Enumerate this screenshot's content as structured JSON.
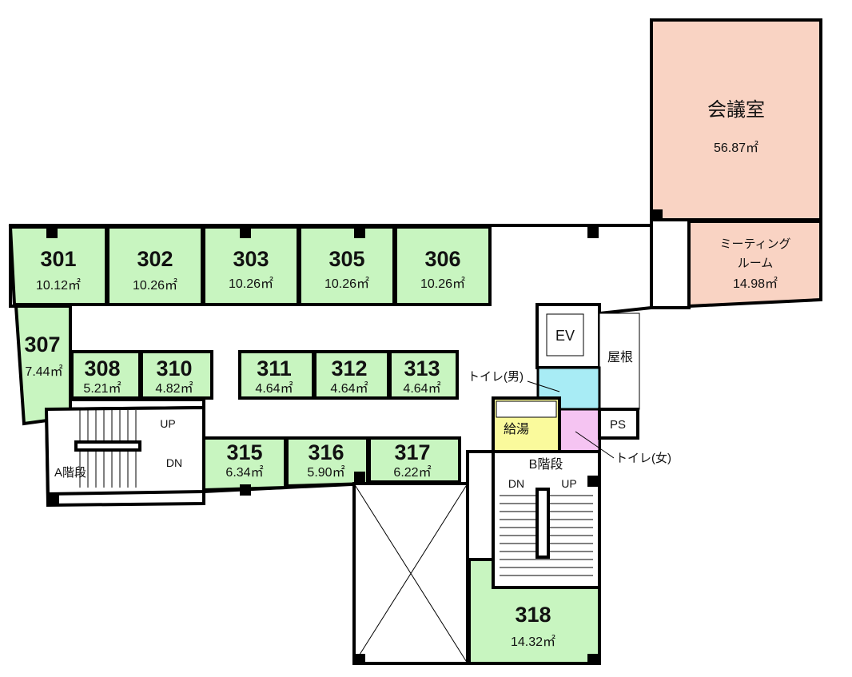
{
  "title": "3F floor plan",
  "colors": {
    "office": "#c8f5c0",
    "meeting": "#f9d3c3",
    "toilet_m": "#a8ecf5",
    "toilet_f": "#f5c4f2",
    "kitchen": "#fafa9c",
    "wall": "#000000"
  },
  "rooms": [
    {
      "id": "301",
      "label": "301",
      "area": "10.12㎡",
      "type": "office"
    },
    {
      "id": "302",
      "label": "302",
      "area": "10.26㎡",
      "type": "office"
    },
    {
      "id": "303",
      "label": "303",
      "area": "10.26㎡",
      "type": "office"
    },
    {
      "id": "305",
      "label": "305",
      "area": "10.26㎡",
      "type": "office"
    },
    {
      "id": "306",
      "label": "306",
      "area": "10.26㎡",
      "type": "office"
    },
    {
      "id": "307",
      "label": "307",
      "area": "7.44㎡",
      "type": "office"
    },
    {
      "id": "308",
      "label": "308",
      "area": "5.21㎡",
      "type": "office"
    },
    {
      "id": "310",
      "label": "310",
      "area": "4.82㎡",
      "type": "office"
    },
    {
      "id": "311",
      "label": "311",
      "area": "4.64㎡",
      "type": "office"
    },
    {
      "id": "312",
      "label": "312",
      "area": "4.64㎡",
      "type": "office"
    },
    {
      "id": "313",
      "label": "313",
      "area": "4.64㎡",
      "type": "office"
    },
    {
      "id": "315",
      "label": "315",
      "area": "6.34㎡",
      "type": "office"
    },
    {
      "id": "316",
      "label": "316",
      "area": "5.90㎡",
      "type": "office"
    },
    {
      "id": "317",
      "label": "317",
      "area": "6.22㎡",
      "type": "office"
    },
    {
      "id": "318",
      "label": "318",
      "area": "14.32㎡",
      "type": "office"
    },
    {
      "id": "kaigi",
      "label": "会議室",
      "area": "56.87㎡",
      "type": "meeting"
    },
    {
      "id": "meeting",
      "label": "ミーティング",
      "label2": "ルーム",
      "area": "14.98㎡",
      "type": "meeting"
    }
  ],
  "facilities": {
    "ev": "EV",
    "roof": "屋根",
    "toilet_m": "トイレ(男)",
    "toilet_f": "トイレ(女)",
    "kitchen": "給湯",
    "ps": "PS",
    "stairs_a": "A階段",
    "stairs_b": "B階段",
    "up": "UP",
    "dn": "DN"
  }
}
